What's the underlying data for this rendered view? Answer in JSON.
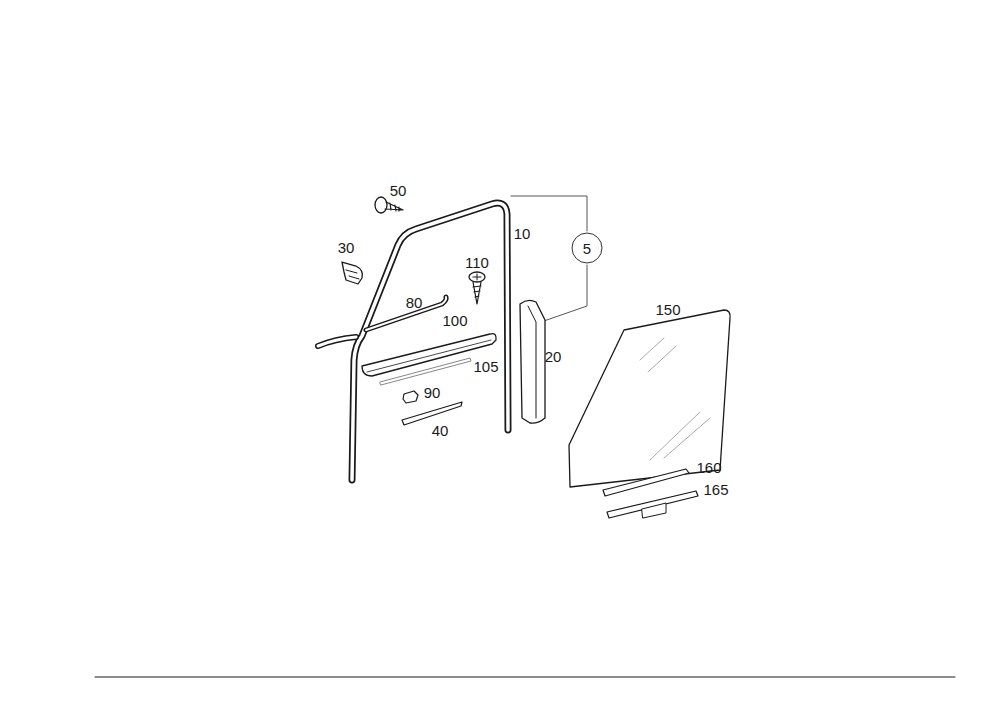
{
  "diagram": {
    "nodes": [
      {
        "text": [
          "5"
        ]
      }
    ],
    "labels": [
      "50",
      "30",
      "10",
      "110",
      "80",
      "100",
      "105",
      "20",
      "90",
      "40",
      "150",
      "160",
      "165"
    ]
  }
}
